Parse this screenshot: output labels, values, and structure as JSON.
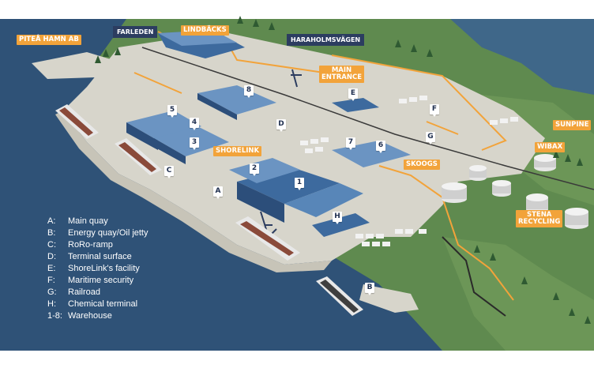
{
  "places": {
    "pitea_hamn": "PITEÅ HAMN AB",
    "farleden": "FARLEDEN",
    "lindbacks": "LINDBÄCKS",
    "haraholmsvagen": "HARAHOLMSVÄGEN",
    "main_entrance_1": "MAIN",
    "main_entrance_2": "ENTRANCE",
    "shorelink": "SHORELINK",
    "skoogs": "SKOOGS",
    "sunpine": "SUNPINE",
    "wibax": "WIBAX",
    "stena_1": "STENA",
    "stena_2": "RECYCLING"
  },
  "markers": {
    "m1": "1",
    "m2": "2",
    "m3": "3",
    "m4": "4",
    "m5": "5",
    "m6": "6",
    "m7": "7",
    "m8": "8",
    "A": "A",
    "B": "B",
    "C": "C",
    "D": "D",
    "E": "E",
    "F": "F",
    "G": "G",
    "H": "H"
  },
  "legend": [
    {
      "code": "A:",
      "label": "Main quay"
    },
    {
      "code": "B:",
      "label": "Energy quay/Oil jetty"
    },
    {
      "code": "C:",
      "label": "RoRo-ramp"
    },
    {
      "code": "D:",
      "label": "Terminal surface"
    },
    {
      "code": "E:",
      "label": "ShoreLink's facility"
    },
    {
      "code": "F:",
      "label": "Maritime security"
    },
    {
      "code": "G:",
      "label": "Railroad"
    },
    {
      "code": "H:",
      "label": "Chemical terminal"
    },
    {
      "code": "1-8:",
      "label": "Warehouse"
    }
  ],
  "colors": {
    "water": "#2f5277",
    "land": "#5f8a4f",
    "port": "#d7d5cb",
    "warehouse_roof": "#3d6a9e",
    "accent": "#f2a33a",
    "navy_label": "#2c3d60"
  }
}
